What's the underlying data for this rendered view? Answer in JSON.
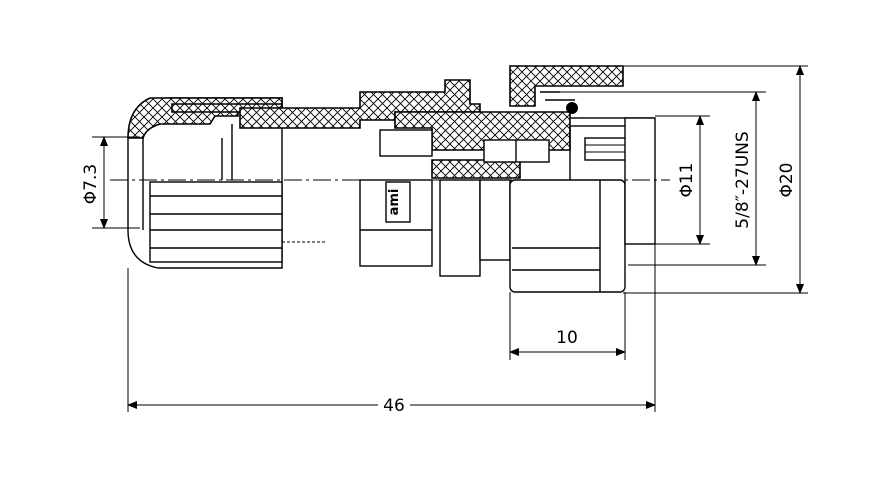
{
  "dimensions": {
    "cable_dia": "Φ7.3",
    "thread_dia": "Φ11",
    "thread_spec": "5/8″-27UNS",
    "outer_dia": "Φ20",
    "nut_length": "10",
    "total_length": "46"
  },
  "logo_text": "ami",
  "colors": {
    "line": "#000000",
    "background": "#ffffff"
  }
}
